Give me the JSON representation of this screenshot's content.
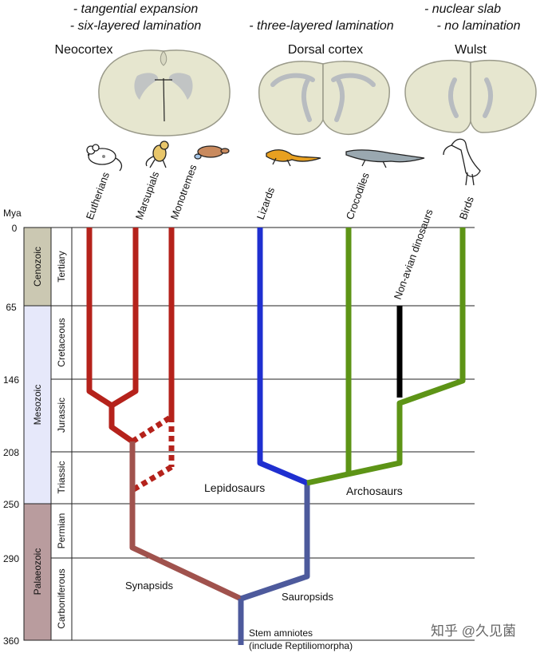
{
  "brains": [
    {
      "title": "Neocortex",
      "notes": [
        "- tangential expansion",
        "- six-layered lamination"
      ]
    },
    {
      "title": "Dorsal cortex",
      "notes": [
        "- three-layered lamination"
      ]
    },
    {
      "title": "Wulst",
      "notes": [
        "- nuclear slab",
        "- no lamination"
      ]
    }
  ],
  "taxa": {
    "eutherians": "Eutherians",
    "marsupials": "Marsupials",
    "monotremes": "Monotremes",
    "lizards": "Lizards",
    "crocodiles": "Crocodiles",
    "non_avian_dinosaurs": "Non-avian dinosaurs",
    "birds": "Birds"
  },
  "clades": {
    "lepidosaurs": "Lepidosaurs",
    "archosaurs": "Archosaurs",
    "synapsids": "Synapsids",
    "sauropsids": "Sauropsids",
    "stem_amniotes": "Stem amniotes",
    "stem_amniotes_note": "(include Reptiliomorpha)"
  },
  "timescale": {
    "unit": "Mya",
    "ticks": [
      "0",
      "65",
      "146",
      "208",
      "250",
      "290",
      "360"
    ],
    "eras": [
      "Cenozoic",
      "Mesozoic",
      "Palaeozoic"
    ],
    "periods": [
      "Tertiary",
      "Cretaceous",
      "Jurassic",
      "Triassic",
      "Permian",
      "Carboniferous"
    ]
  },
  "colors": {
    "mammal_red": "#b5221b",
    "synapsid_brown": "#a0524d",
    "lepidosaur_blue": "#1f2fd0",
    "sauropsid_slate": "#4d5a9c",
    "archosaur_green": "#5d9416",
    "dinosaur_black": "#000000",
    "cenozoic_fill": "#cbc8b2",
    "mesozoic_fill": "#e6e8fa",
    "palaeozoic_fill": "#b99c9e"
  },
  "watermark": "知乎 @久见菌"
}
